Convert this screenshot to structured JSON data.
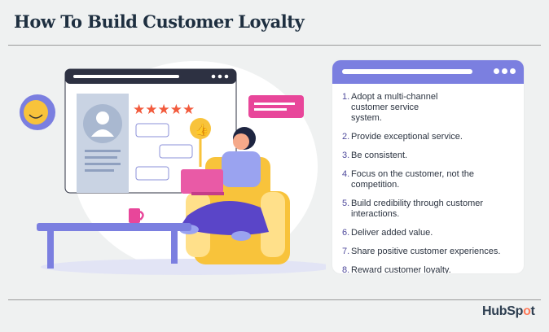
{
  "title": "How To Build Customer Loyalty",
  "list": [
    {
      "num": "1.",
      "text": "Adopt a multi-channel customer service system."
    },
    {
      "num": "2.",
      "text": "Provide exceptional service."
    },
    {
      "num": "3.",
      "text": "Be consistent."
    },
    {
      "num": "4.",
      "text": "Focus on the customer, not the competition."
    },
    {
      "num": "5.",
      "text": "Build credibility through customer interactions."
    },
    {
      "num": "6.",
      "text": "Deliver added value."
    },
    {
      "num": "7.",
      "text": "Share positive customer experiences."
    },
    {
      "num": "8.",
      "text": "Reward customer loyalty."
    }
  ],
  "logo": {
    "part1": "HubSp",
    "part2": "o",
    "part3": "t"
  },
  "colors": {
    "accent": "#7b7fe0",
    "title": "#1e2f40",
    "brand_orange": "#ff7a59"
  }
}
